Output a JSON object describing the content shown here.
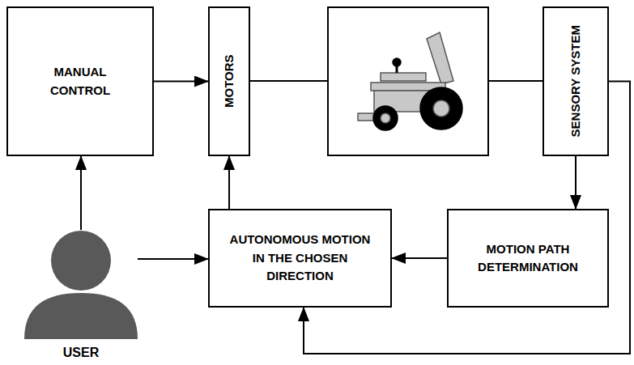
{
  "diagram": {
    "nodes": [
      {
        "text": [
          "MANUAL CONTROL"
        ]
      },
      {
        "text": [
          "MOTORS"
        ]
      },
      {
        "text": [
          "SENSORY SYSTEM"
        ]
      },
      {
        "text": [
          "USER"
        ]
      },
      {
        "text": [
          "AUTONOMOUS MOTION IN THE CHOSEN DIRECTION"
        ]
      },
      {
        "text": [
          "MOTION PATH DETERMINATION"
        ]
      }
    ],
    "edges": [
      {
        "from": 0,
        "to": 1,
        "arrow": "to"
      },
      {
        "from": 3,
        "to": 0,
        "arrow": "to"
      },
      {
        "from": 3,
        "to": 4,
        "arrow": "to"
      },
      {
        "from": 4,
        "to": 1,
        "arrow": "to"
      },
      {
        "from": 2,
        "to": 5,
        "arrow": "to"
      },
      {
        "from": 5,
        "to": 4,
        "arrow": "to"
      },
      {
        "from": 2,
        "to": 4,
        "arrow": "to"
      }
    ]
  }
}
